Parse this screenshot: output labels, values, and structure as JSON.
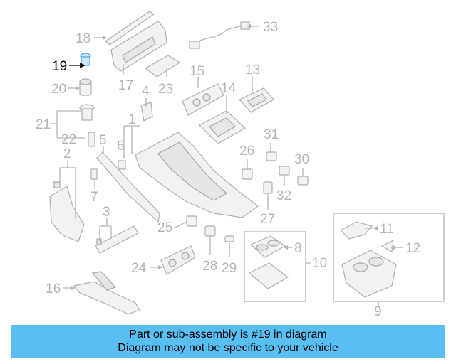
{
  "callouts": [
    {
      "id": "1",
      "text": "1",
      "highlight": false
    },
    {
      "id": "2",
      "text": "2",
      "highlight": false
    },
    {
      "id": "3",
      "text": "3",
      "highlight": false
    },
    {
      "id": "4",
      "text": "4",
      "highlight": false
    },
    {
      "id": "5",
      "text": "5",
      "highlight": false
    },
    {
      "id": "6",
      "text": "6",
      "highlight": false
    },
    {
      "id": "7",
      "text": "7",
      "highlight": false
    },
    {
      "id": "8",
      "text": "8",
      "highlight": false
    },
    {
      "id": "9",
      "text": "9",
      "highlight": false
    },
    {
      "id": "10",
      "text": "10",
      "highlight": false
    },
    {
      "id": "11",
      "text": "11",
      "highlight": false
    },
    {
      "id": "12",
      "text": "12",
      "highlight": false
    },
    {
      "id": "13",
      "text": "13",
      "highlight": false
    },
    {
      "id": "14",
      "text": "14",
      "highlight": false
    },
    {
      "id": "15",
      "text": "15",
      "highlight": false
    },
    {
      "id": "16",
      "text": "16",
      "highlight": false
    },
    {
      "id": "17",
      "text": "17",
      "highlight": false
    },
    {
      "id": "18",
      "text": "18",
      "highlight": false
    },
    {
      "id": "19",
      "text": "19",
      "highlight": true
    },
    {
      "id": "20",
      "text": "20",
      "highlight": false
    },
    {
      "id": "21",
      "text": "21",
      "highlight": false
    },
    {
      "id": "22",
      "text": "22",
      "highlight": false
    },
    {
      "id": "23",
      "text": "23",
      "highlight": false
    },
    {
      "id": "24",
      "text": "24",
      "highlight": false
    },
    {
      "id": "25",
      "text": "25",
      "highlight": false
    },
    {
      "id": "26",
      "text": "26",
      "highlight": false
    },
    {
      "id": "27",
      "text": "27",
      "highlight": false
    },
    {
      "id": "28",
      "text": "28",
      "highlight": false
    },
    {
      "id": "29",
      "text": "29",
      "highlight": false
    },
    {
      "id": "30",
      "text": "30",
      "highlight": false
    },
    {
      "id": "31",
      "text": "31",
      "highlight": false
    },
    {
      "id": "32",
      "text": "32",
      "highlight": false
    },
    {
      "id": "33",
      "text": "33",
      "highlight": false
    }
  ],
  "banner": {
    "line1": "Part or sub-assembly is #19 in diagram",
    "line2": "Diagram may not be specific to your vehicle"
  },
  "colors": {
    "banner_bg": "#59bff2",
    "label_gray": "#b4b4b4",
    "label_highlight": "#111111",
    "part_fill": "#f2f2f2",
    "part_stroke": "#b0b0b0"
  }
}
